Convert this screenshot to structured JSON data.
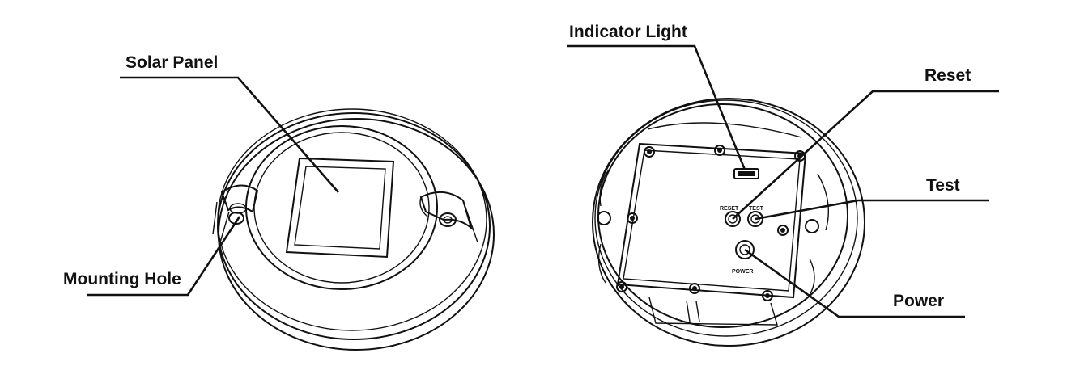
{
  "labels": {
    "solar_panel": "Solar Panel",
    "mounting_hole": "Mounting Hole",
    "indicator_light": "Indicator Light",
    "reset": "Reset",
    "test": "Test",
    "power": "Power"
  },
  "part_marks": {
    "reset": "RESET",
    "test": "TEST",
    "power": "POWER"
  },
  "colors": {
    "line": "#111111",
    "background": "#ffffff"
  }
}
